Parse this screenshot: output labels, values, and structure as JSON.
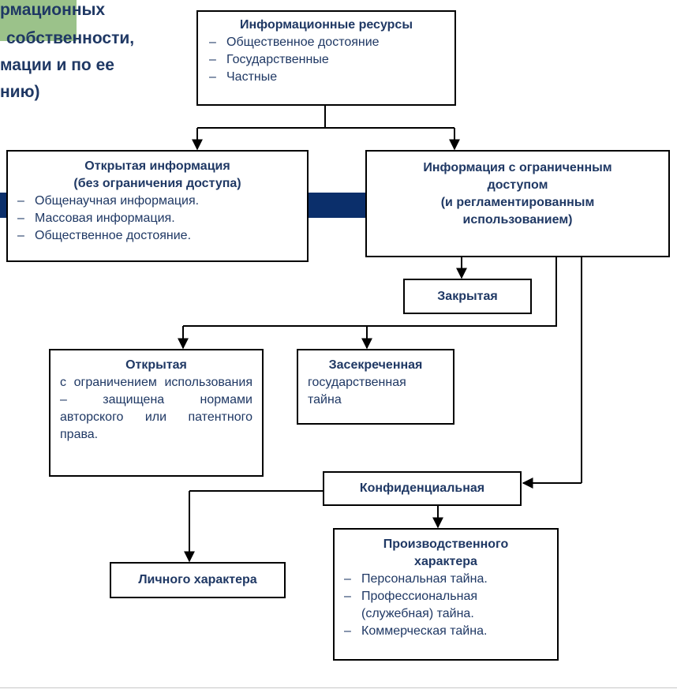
{
  "slide_title": {
    "lines": [
      "рмационных",
      "собственности,",
      "мации и по ее",
      "нию)"
    ]
  },
  "boxes": {
    "resources": {
      "title": "Информационные ресурсы",
      "items": [
        "Общественное достояние",
        "Государственные",
        "Частные"
      ]
    },
    "open_info": {
      "title_lines": [
        "Открытая информация",
        "(без ограничения доступа)"
      ],
      "items": [
        "Общенаучная информация.",
        "Массовая информация.",
        "Общественное достояние."
      ]
    },
    "restricted_info": {
      "title_lines": [
        "Информация с ограниченным",
        "доступом",
        "(и регламентированным",
        "использованием)"
      ]
    },
    "closed": {
      "title": "Закрытая"
    },
    "open_restricted": {
      "title": "Открытая",
      "text": "с ограничением использования – защищена нормами авторского или патентного права."
    },
    "secret": {
      "title": "Засекреченная",
      "text_lines": [
        "государственная",
        "тайна"
      ]
    },
    "confidential": {
      "title": "Конфиденциальная"
    },
    "personal": {
      "title": "Личного характера"
    },
    "production": {
      "title_lines": [
        "Производственного",
        "характера"
      ],
      "items": [
        "Персональная тайна.",
        "Профессиональная (служебная) тайна.",
        "Коммерческая тайна."
      ]
    }
  },
  "colors": {
    "text": "#1f3864",
    "band": "#0b2f6b",
    "accent_green": "#9bc28a",
    "border": "#000000"
  }
}
